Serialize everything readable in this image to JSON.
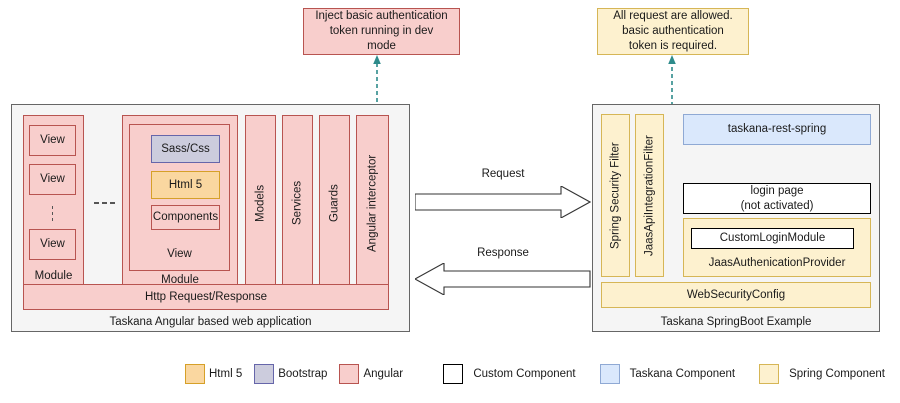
{
  "callouts": {
    "left": {
      "name": "inject-token-callout",
      "lines": [
        "Inject basic authentication",
        "token running in dev",
        "mode"
      ]
    },
    "right": {
      "name": "all-requests-callout",
      "lines": [
        "All request are allowed.",
        "basic authentication",
        "token is required."
      ]
    }
  },
  "left_panel": {
    "caption": "Taskana Angular based web application",
    "module_a": {
      "label": "Module",
      "views": [
        "View",
        "View",
        "View"
      ]
    },
    "ellipsis_between_modules": "...",
    "module_b": {
      "label": "Module",
      "view_label": "View",
      "items": [
        {
          "label": "Sass/Css",
          "kind": "bootstrap"
        },
        {
          "label": "Html 5",
          "kind": "html5"
        },
        {
          "label": "Components",
          "kind": "angular"
        }
      ]
    },
    "columns": [
      "Models",
      "Services",
      "Guards",
      "Angular interceptor"
    ],
    "bottom_bar": "Http Request/Response"
  },
  "flow": {
    "request_label": "Request",
    "response_label": "Response"
  },
  "right_panel": {
    "caption": "Taskana SpringBoot Example",
    "filters": [
      "Spring Security Filter",
      "JaasApiIntegrationFilter"
    ],
    "rest_box": "taskana-rest-spring",
    "login_page": {
      "lines": [
        "login page",
        "(not activated)"
      ]
    },
    "auth_provider": {
      "inner": "CustomLoginModule",
      "label": "JaasAuthenicationProvider"
    },
    "web_security_config": "WebSecurityConfig"
  },
  "legend": {
    "left_items": [
      {
        "label": "Html 5",
        "kind": "html5"
      },
      {
        "label": "Bootstrap",
        "kind": "bootstrap"
      },
      {
        "label": "Angular",
        "kind": "angular"
      }
    ],
    "right_items": [
      {
        "label": "Custom Component",
        "kind": "custom"
      },
      {
        "label": "Taskana Component",
        "kind": "taskana"
      },
      {
        "label": "Spring Component",
        "kind": "spring"
      }
    ]
  },
  "colors": {
    "angular_fill": "#f8cecc",
    "angular_stroke": "#b85450",
    "bootstrap_fill": "#ccccdd",
    "bootstrap_stroke": "#6666aa",
    "html5_fill": "#fad7a0",
    "html5_stroke": "#d6a028",
    "spring_fill": "#fdf1cf",
    "spring_stroke": "#d6b656",
    "taskana_fill": "#dae8fc",
    "taskana_stroke": "#8fa9d4",
    "custom_fill": "#ffffff",
    "custom_stroke": "#000000",
    "panel_fill": "#f5f5f5",
    "panel_stroke": "#666666",
    "connector": "#2e8b8b"
  }
}
